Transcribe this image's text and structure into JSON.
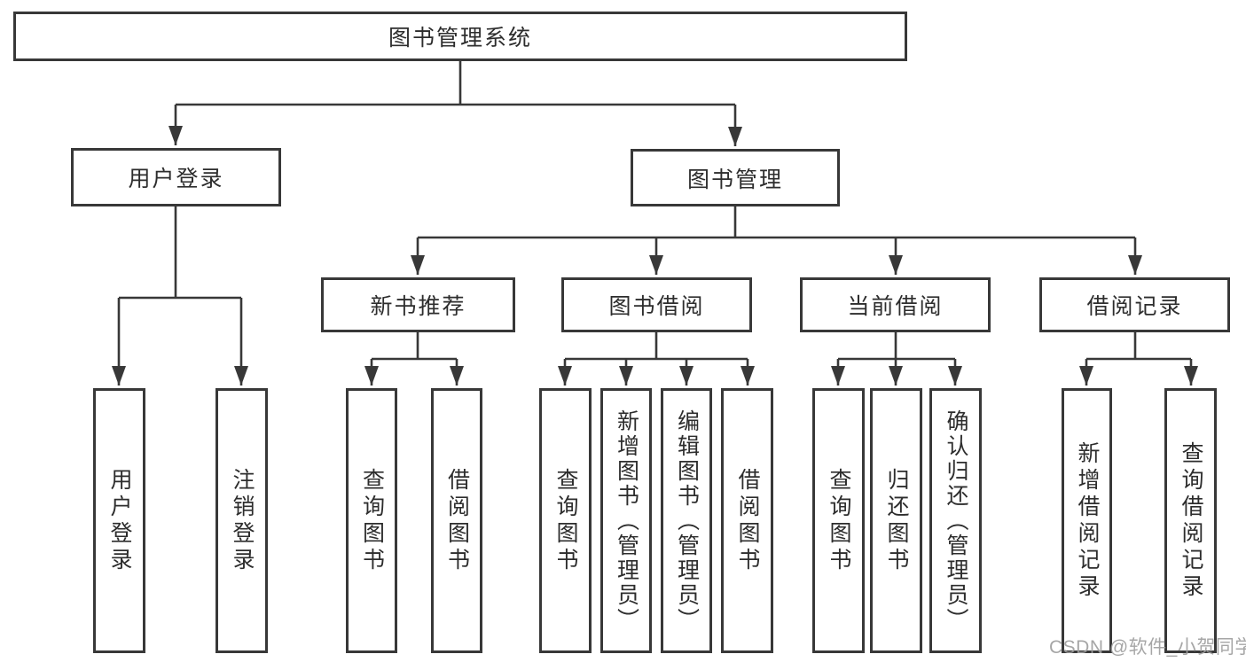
{
  "diagram": {
    "title": "图书管理系统",
    "root": {
      "label": "图书管理系统"
    },
    "user_login": {
      "label": "用户登录",
      "children": [
        {
          "label": "用户登录"
        },
        {
          "label": "注销登录"
        }
      ]
    },
    "book_mgmt": {
      "label": "图书管理",
      "children": [
        {
          "label": "新书推荐",
          "children": [
            {
              "label": "查询图书"
            },
            {
              "label": "借阅图书"
            }
          ]
        },
        {
          "label": "图书借阅",
          "children": [
            {
              "label": "查询图书"
            },
            {
              "label": "新增图书（管理员）"
            },
            {
              "label": "编辑图书（管理员）"
            },
            {
              "label": "借阅图书"
            }
          ]
        },
        {
          "label": "当前借阅",
          "children": [
            {
              "label": "查询图书"
            },
            {
              "label": "归还图书"
            },
            {
              "label": "确认归还（管理员）"
            }
          ]
        },
        {
          "label": "借阅记录",
          "children": [
            {
              "label": "新增借阅记录"
            },
            {
              "label": "查询借阅记录"
            }
          ]
        }
      ]
    },
    "watermark": "CSDN @软件_小贺同学",
    "colors": {
      "line": "#383838",
      "text": "#2d2d2d",
      "box_fill": "#ffffff",
      "watermark": "#9e9e9e",
      "background": "#ffffff"
    }
  }
}
